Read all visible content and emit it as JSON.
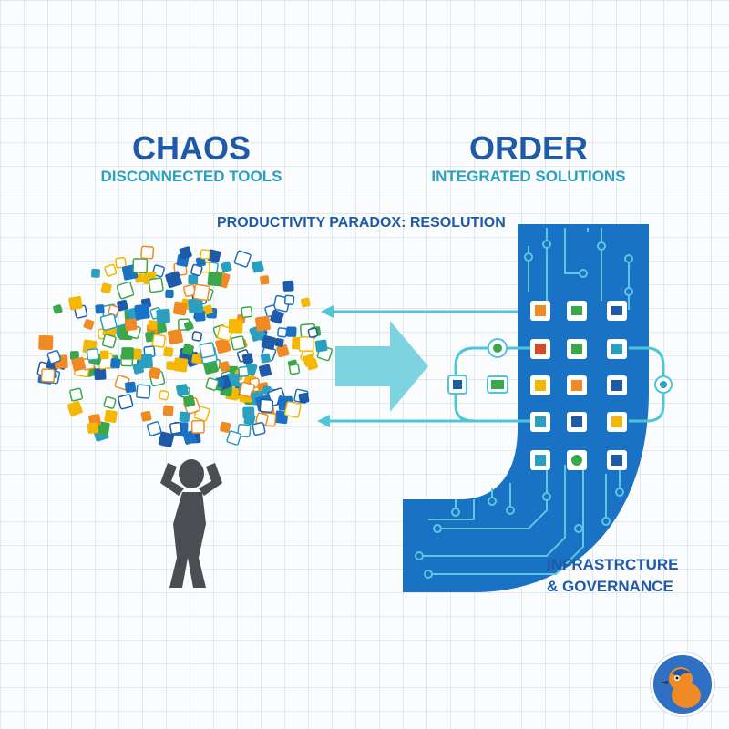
{
  "chaos": {
    "title": "CHAOS",
    "subtitle": "DISCONNECTED TOOLS"
  },
  "order": {
    "title": "ORDER",
    "subtitle": "INTEGRATED SOLUTIONS"
  },
  "center_label": "PRODUCTIVITY PARADOX: RESOLUTION",
  "infrastructure": {
    "line1": "INFRASTRCTURE",
    "line2": "& GOVERNANCE"
  },
  "icons": {
    "cloud": "scattered-app-icon",
    "person": "stressed-person-icon",
    "arrow": "right-arrow-icon",
    "logo": "bird-logo-icon"
  },
  "colors": {
    "title_blue": "#1e5aa8",
    "subtitle_teal": "#2a9fc0",
    "pipe_blue": "#1a72c4",
    "circuit_cyan": "#4fc6d8",
    "arrow_cyan": "#7dd3e0",
    "person_gray": "#4a4d52",
    "icon_orange": "#f08a24",
    "icon_green": "#3aa84a",
    "icon_yellow": "#f5b800"
  }
}
